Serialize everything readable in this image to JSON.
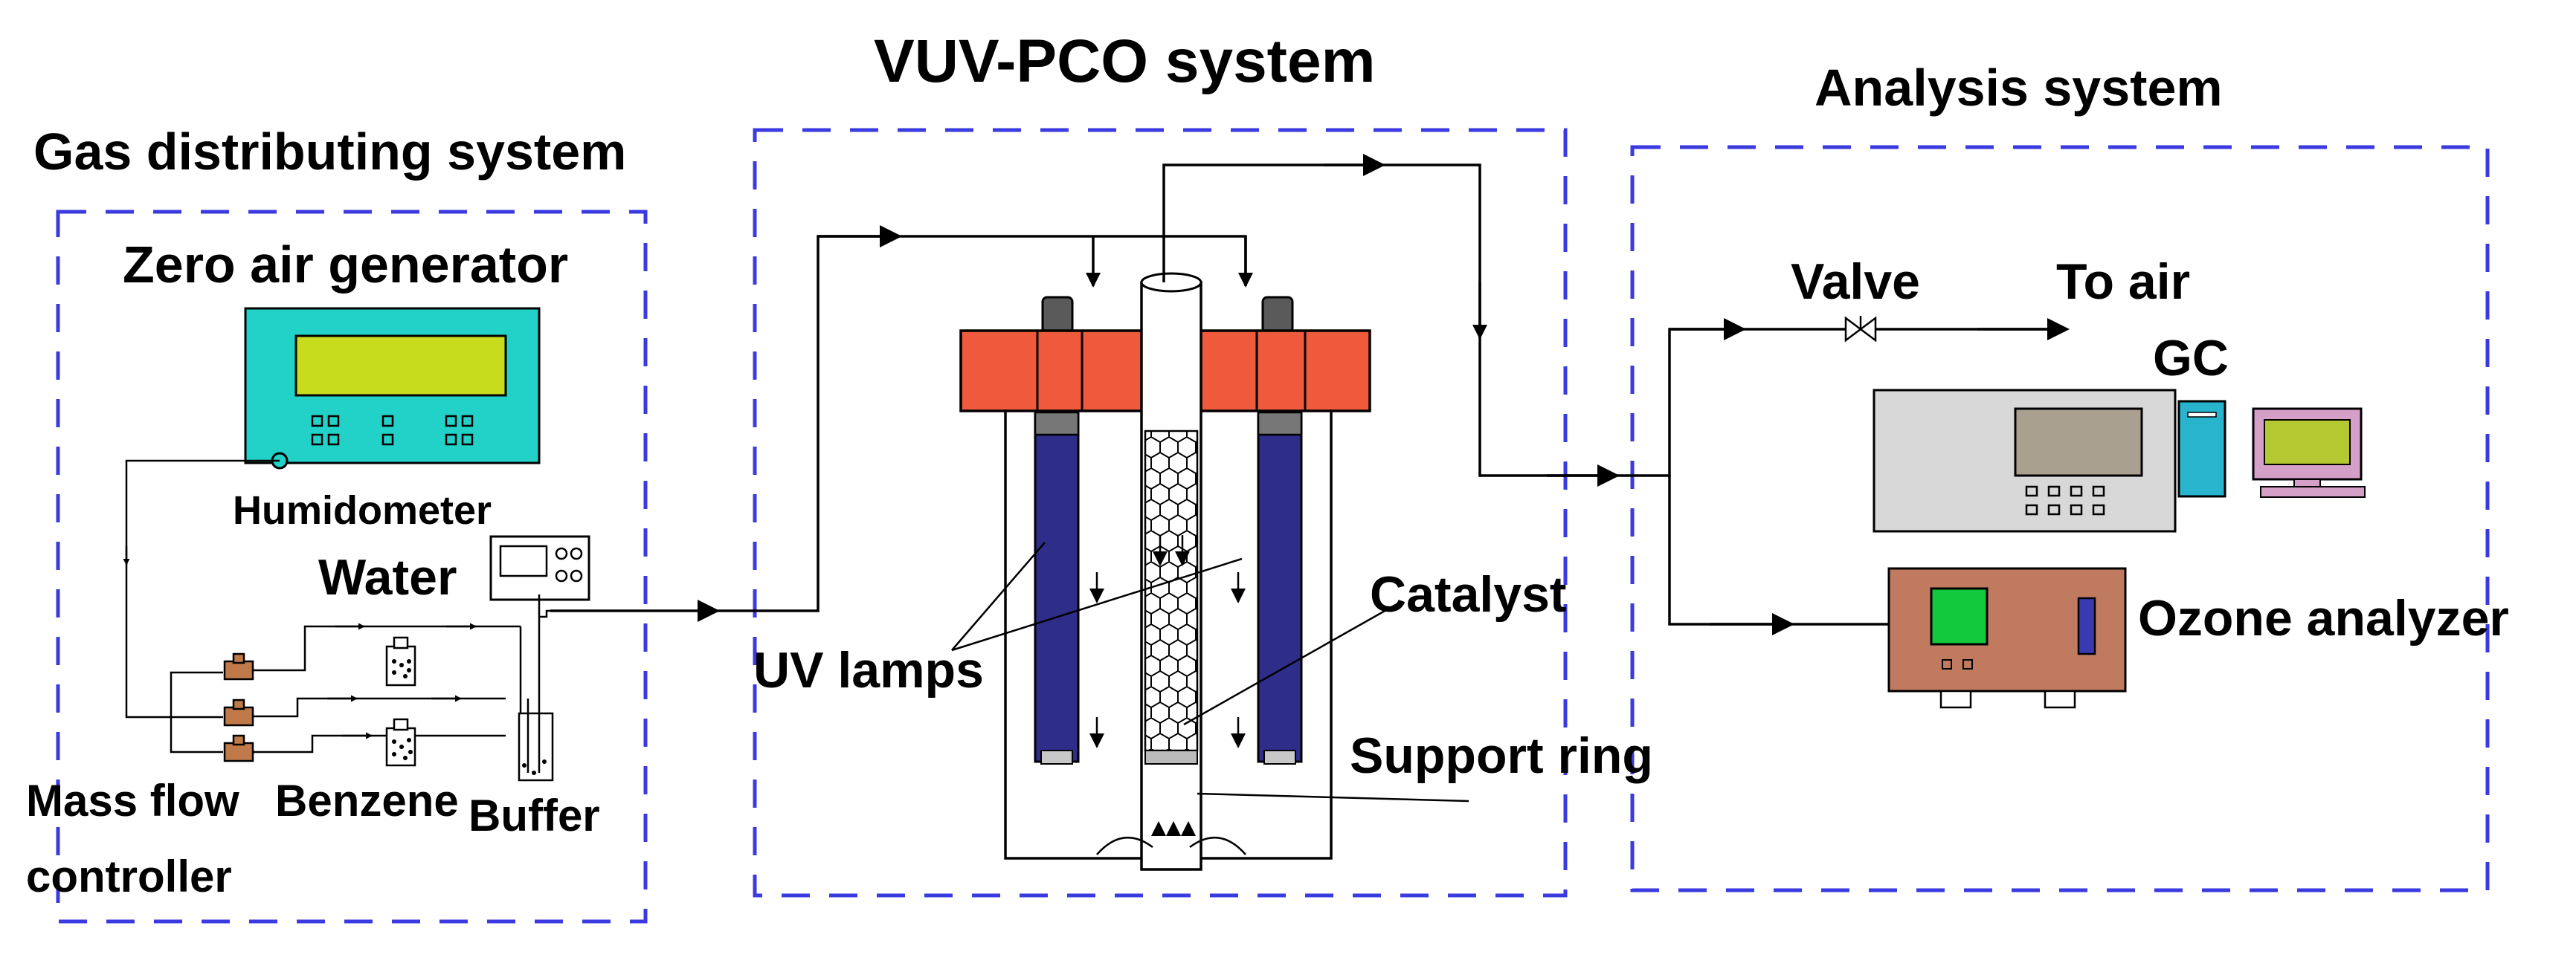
{
  "systems": {
    "gas": "Gas distributing system",
    "vuv": "VUV-PCO system",
    "analysis": "Analysis system"
  },
  "components": {
    "zero_air": "Zero air generator",
    "humidometer": "Humidometer",
    "water": "Water",
    "mass_flow_1": "Mass flow",
    "mass_flow_2": "controller",
    "benzene": "Benzene",
    "buffer": "Buffer",
    "uv_lamps": "UV lamps",
    "catalyst": "Catalyst",
    "support_ring": "Support ring",
    "valve": "Valve",
    "to_air": "To air",
    "gc": "GC",
    "ozone": "Ozone analyzer"
  },
  "colors": {
    "dash_box": "#3a3ae0",
    "reactor_cap": "#f05a3c",
    "uv_lamp": "#2e2e8a",
    "zero_air_body": "#22d2c8",
    "display_yellow": "#c8dc1e",
    "ozone_body": "#c07a60",
    "ozone_screen": "#12c83c",
    "gc_body": "#d8d8d8",
    "computer_tower": "#28b4cc",
    "monitor_screen": "#b4c832"
  }
}
